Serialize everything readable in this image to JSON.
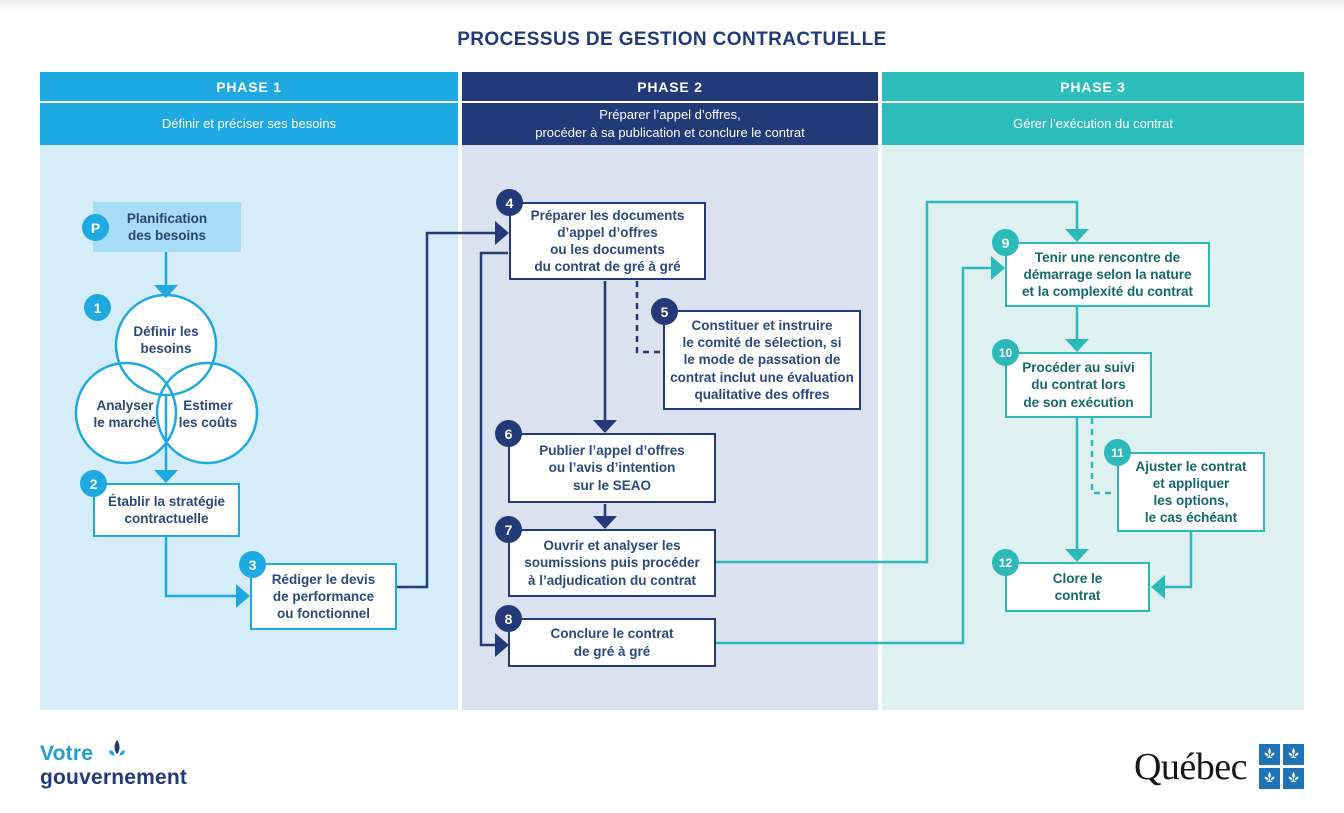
{
  "title": "PROCESSUS DE GESTION CONTRACTUELLE",
  "phases": [
    {
      "label": "PHASE 1",
      "subtitle": "Définir et préciser ses besoins"
    },
    {
      "label": "PHASE 2",
      "subtitle": "Préparer l’appel d’offres,\nprocéder à sa publication et conclure le contrat"
    },
    {
      "label": "PHASE 3",
      "subtitle": "Gérer l’exécution du contrat"
    }
  ],
  "nodes": {
    "planification": {
      "badge": "P",
      "text": "Planification\ndes besoins"
    },
    "venn": {
      "badge": "1",
      "definir": "Définir les\nbesoins",
      "analyser": "Analyser\nle marché",
      "estimer": "Estimer\nles coûts"
    },
    "strategie": {
      "badge": "2",
      "text": "Établir la stratégie\ncontractuelle"
    },
    "devis": {
      "badge": "3",
      "text": "Rédiger le devis\nde performance\nou fonctionnel"
    },
    "documents": {
      "badge": "4",
      "text": "Préparer les documents\nd’appel d’offres\nou les documents\ndu contrat de gré à gré"
    },
    "comite": {
      "badge": "5",
      "text": "Constituer et instruire\nle comité de sélection, si\nle mode de passation de\ncontrat inclut une évaluation\nqualitative des offres"
    },
    "publier": {
      "badge": "6",
      "text": "Publier l’appel d’offres\nou l’avis d’intention\nsur le SEAO"
    },
    "ouvrir": {
      "badge": "7",
      "text": "Ouvrir et analyser les\nsoumissions puis procéder\nà l’adjudication du contrat"
    },
    "conclure": {
      "badge": "8",
      "text": "Conclure le contrat\nde gré à gré"
    },
    "rencontre": {
      "badge": "9",
      "text": "Tenir une rencontre de\ndémarrage selon la nature\net la complexité du contrat"
    },
    "suivi": {
      "badge": "10",
      "text": "Procéder au suivi\ndu contrat lors\nde son exécution"
    },
    "ajuster": {
      "badge": "11",
      "text": "Ajuster le contrat\net appliquer\nles options,\nle cas échéant"
    },
    "clore": {
      "badge": "12",
      "text": "Clore le\ncontrat"
    }
  },
  "footer": {
    "votre": "Votre",
    "gouvernement": "gouvernement",
    "quebec": "Québec"
  },
  "colors": {
    "phase1_cyan": "#1FA9E2",
    "phase1_body": "#D5EDFB",
    "phase2_navy": "#223A78",
    "phase2_body": "#DCE1F0",
    "phase3_teal": "#2BB9B9",
    "phase3_body": "#DFF0F1",
    "flag_blue": "#1E73B8",
    "title_navy": "#223A78"
  }
}
